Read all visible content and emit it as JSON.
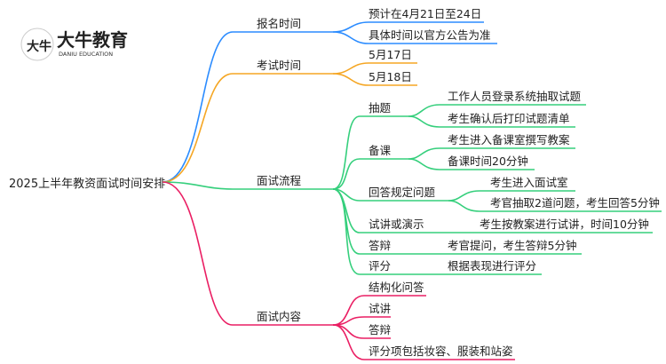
{
  "logo": {
    "mark": "大牛",
    "name_cn": "大牛教育",
    "name_en": "DANIU EDUCATION"
  },
  "root": "2025上半年教资面试时间安排",
  "colors": {
    "blue": "#2b8cff",
    "orange": "#f5a623",
    "green": "#35cf7c",
    "pink": "#ea1e63"
  },
  "branches": [
    {
      "label": "报名时间",
      "children": [
        "预计在4月21日至24日",
        "具体时间以官方公告为准"
      ]
    },
    {
      "label": "考试时间",
      "children": [
        "5月17日",
        "5月18日"
      ]
    },
    {
      "label": "面试流程",
      "children": [
        {
          "label": "抽题",
          "children": [
            "工作人员登录系统抽取试题",
            "考生确认后打印试题清单"
          ]
        },
        {
          "label": "备课",
          "children": [
            "考生进入备课室撰写教案",
            "备课时间20分钟"
          ]
        },
        {
          "label": "回答规定问题",
          "children": [
            "考生进入面试室",
            "考官抽取2道问题，考生回答5分钟"
          ]
        },
        {
          "label": "试讲或演示",
          "children": [
            "考生按教案进行试讲，时间10分钟"
          ]
        },
        {
          "label": "答辩",
          "children": [
            "考官提问，考生答辩5分钟"
          ]
        },
        {
          "label": "评分",
          "children": [
            "根据表现进行评分"
          ]
        }
      ]
    },
    {
      "label": "面试内容",
      "children": [
        "结构化问答",
        "试讲",
        "答辩",
        "评分项包括妆容、服装和站姿"
      ]
    }
  ]
}
